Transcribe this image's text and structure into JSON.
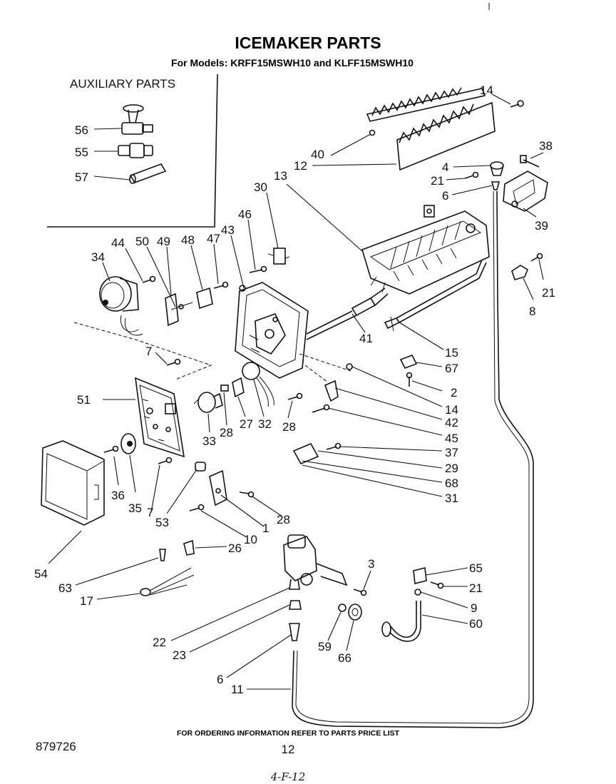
{
  "title": "ICEMAKER PARTS",
  "subtitle": "For Models: KRFF15MSWH10  and KLFF15MSWH10",
  "auxiliary_heading": "AUXILIARY PARTS",
  "footer_note": "FOR ORDERING INFORMATION REFER TO PARTS PRICE LIST",
  "doc_number": "879726",
  "page_number": "12",
  "handwritten_note": "4-F-12",
  "callouts": [
    {
      "id": "c56",
      "text": "56"
    },
    {
      "id": "c55",
      "text": "55"
    },
    {
      "id": "c57",
      "text": "57"
    },
    {
      "id": "c14a",
      "text": "14"
    },
    {
      "id": "c40",
      "text": "40"
    },
    {
      "id": "c12",
      "text": "12"
    },
    {
      "id": "c38",
      "text": "38"
    },
    {
      "id": "c4",
      "text": "4"
    },
    {
      "id": "c21a",
      "text": "21"
    },
    {
      "id": "c6a",
      "text": "6"
    },
    {
      "id": "c39",
      "text": "39"
    },
    {
      "id": "c30",
      "text": "30"
    },
    {
      "id": "c13",
      "text": "13"
    },
    {
      "id": "c46",
      "text": "46"
    },
    {
      "id": "c43",
      "text": "43"
    },
    {
      "id": "c47",
      "text": "47"
    },
    {
      "id": "c48",
      "text": "48"
    },
    {
      "id": "c49",
      "text": "49"
    },
    {
      "id": "c50",
      "text": "50"
    },
    {
      "id": "c44",
      "text": "44"
    },
    {
      "id": "c34",
      "text": "34"
    },
    {
      "id": "c21b",
      "text": "21"
    },
    {
      "id": "c8",
      "text": "8"
    },
    {
      "id": "c41",
      "text": "41"
    },
    {
      "id": "c15",
      "text": "15"
    },
    {
      "id": "c67",
      "text": "67"
    },
    {
      "id": "c2",
      "text": "2"
    },
    {
      "id": "c14b",
      "text": "14"
    },
    {
      "id": "c42",
      "text": "42"
    },
    {
      "id": "c45",
      "text": "45"
    },
    {
      "id": "c37",
      "text": "37"
    },
    {
      "id": "c29",
      "text": "29"
    },
    {
      "id": "c68",
      "text": "68"
    },
    {
      "id": "c31",
      "text": "31"
    },
    {
      "id": "c7a",
      "text": "7"
    },
    {
      "id": "c51",
      "text": "51"
    },
    {
      "id": "c33",
      "text": "33"
    },
    {
      "id": "c28a",
      "text": "28"
    },
    {
      "id": "c27",
      "text": "27"
    },
    {
      "id": "c32",
      "text": "32"
    },
    {
      "id": "c28b",
      "text": "28"
    },
    {
      "id": "c36",
      "text": "36"
    },
    {
      "id": "c35",
      "text": "35"
    },
    {
      "id": "c7b",
      "text": "7"
    },
    {
      "id": "c53",
      "text": "53"
    },
    {
      "id": "c28c",
      "text": "28"
    },
    {
      "id": "c1",
      "text": "1"
    },
    {
      "id": "c10",
      "text": "10"
    },
    {
      "id": "c54",
      "text": "54"
    },
    {
      "id": "c26",
      "text": "26"
    },
    {
      "id": "c63",
      "text": "63"
    },
    {
      "id": "c17",
      "text": "17"
    },
    {
      "id": "c3",
      "text": "3"
    },
    {
      "id": "c65",
      "text": "65"
    },
    {
      "id": "c21c",
      "text": "21"
    },
    {
      "id": "c9",
      "text": "9"
    },
    {
      "id": "c60",
      "text": "60"
    },
    {
      "id": "c22",
      "text": "22"
    },
    {
      "id": "c23",
      "text": "23"
    },
    {
      "id": "c59",
      "text": "59"
    },
    {
      "id": "c66",
      "text": "66"
    },
    {
      "id": "c6b",
      "text": "6"
    },
    {
      "id": "c11",
      "text": "11"
    }
  ]
}
